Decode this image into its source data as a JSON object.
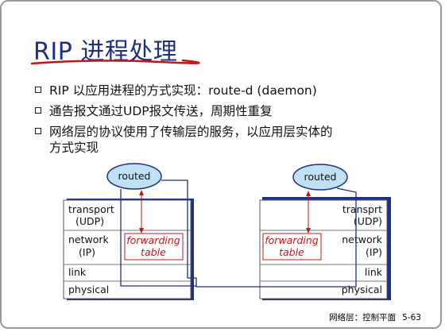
{
  "title": "RIP 进程处理",
  "bullets": [
    {
      "lines": [
        "RIP 以应用进程的方式实现：route-d (daemon)"
      ]
    },
    {
      "lines": [
        "通告报文通过UDP报文传送，周期性重复"
      ]
    },
    {
      "lines": [
        "网络层的协议使用了传输层的服务，以应用层实体的",
        "方式实现"
      ]
    }
  ],
  "diagram": {
    "left": {
      "routed": "routed",
      "transport": [
        "transport",
        "(UDP)"
      ],
      "network": [
        "network",
        "(IP)"
      ],
      "link": "link",
      "physical": "physical",
      "forwarding": [
        "forwarding",
        "table"
      ]
    },
    "right": {
      "routed": "routed",
      "transport": [
        "transprt",
        "(UDP)"
      ],
      "network": [
        "network",
        "(IP)"
      ],
      "link": "link",
      "physical": "physical",
      "forwarding": [
        "forwarding",
        "table"
      ]
    }
  },
  "footer": {
    "text": "网络层：控制平面",
    "page": "5-63"
  },
  "colors": {
    "title": "#1f2f86",
    "path": "#1f2f86",
    "forwarding": "#c01818",
    "cloud": "#bfe0f5",
    "underline": "#c01818"
  }
}
